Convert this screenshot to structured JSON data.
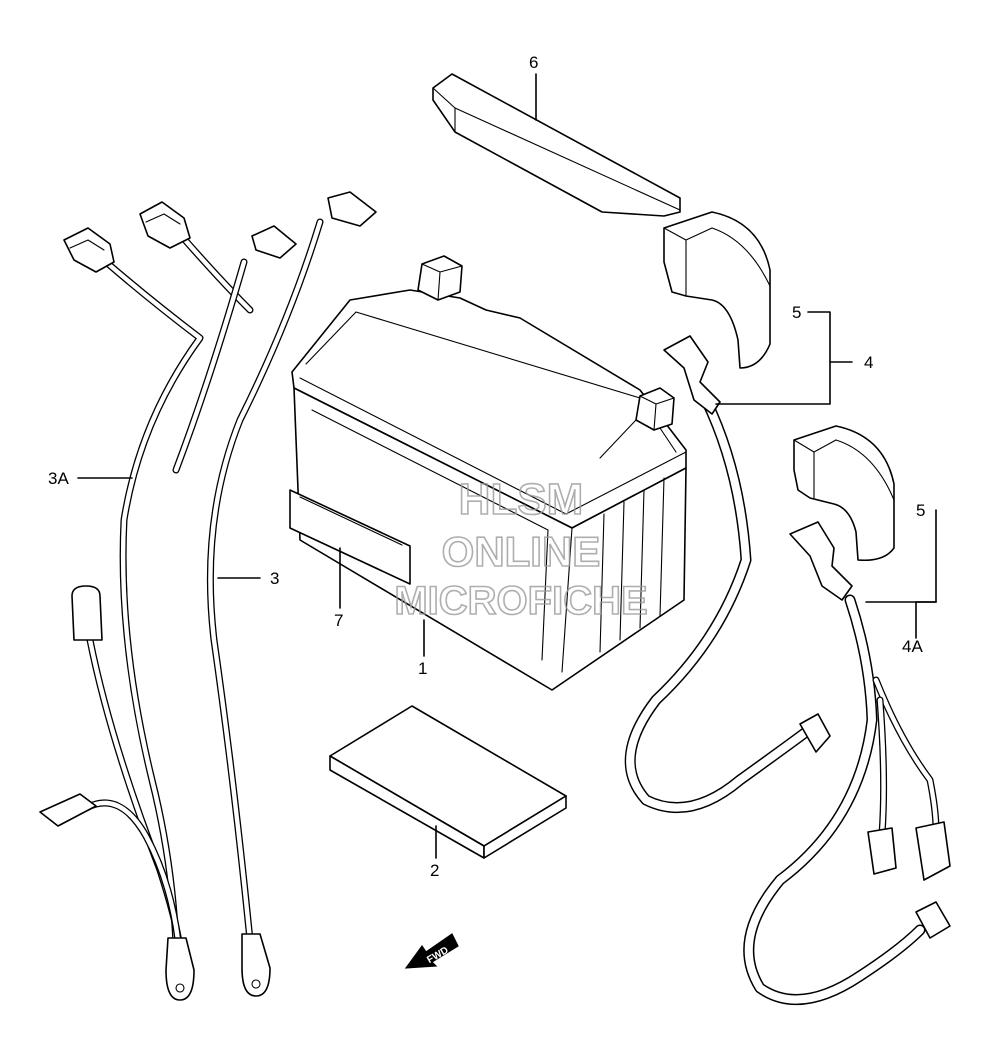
{
  "callouts": {
    "battery": "1",
    "tray_pad": "2",
    "lead_3": "3",
    "lead_3a": "3A",
    "cable_4": "4",
    "cable_4a": "4A",
    "cover_5_upper": "5",
    "cover_5_lower": "5",
    "strip_6": "6",
    "label_7": "7"
  },
  "direction_arrow": "FWD",
  "watermark": {
    "line1": "HLSM",
    "line2": "ONLINE",
    "line3": "MICROFICHE"
  }
}
